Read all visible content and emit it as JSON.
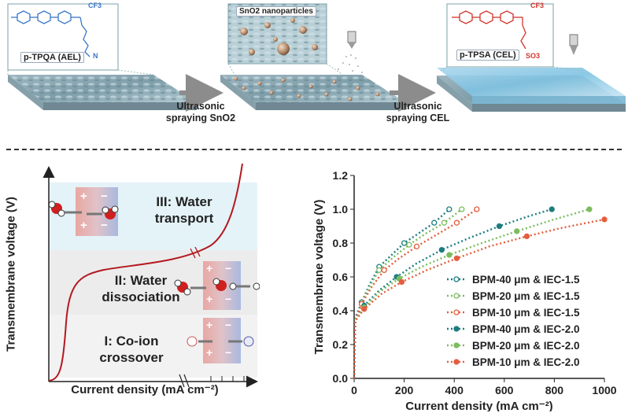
{
  "process": {
    "aelLabel": "p-TPQA (AEL)",
    "aelCF3": "CF3",
    "aelAmine": "N",
    "snoLabel": "SnO2 nanoparticles",
    "celLabel": "p-TPSA (CEL)",
    "celCF3": "CF3",
    "celSO3": "SO3",
    "step1": [
      "Ultrasonic",
      "spraying SnO2"
    ],
    "step2": [
      "Ultrasonic",
      "spraying CEL"
    ]
  },
  "schematic": {
    "ylabel": "Transmembrane voltage (V)",
    "xlabel": "Current density (mA cm⁻²)",
    "regions": [
      {
        "lines": [
          "III: Water",
          "transport"
        ],
        "color": "#e4f3f8"
      },
      {
        "lines": [
          "II: Water",
          "dissociation"
        ],
        "color": "#ececec"
      },
      {
        "lines": [
          "I: Co-ion",
          "crossover"
        ],
        "color": "#eeeeee"
      }
    ],
    "plusSign": "+",
    "minusSign": "−"
  },
  "chart_data": {
    "type": "scatter",
    "xlabel": "Current density (mA cm⁻²)",
    "ylabel": "Transmembrane voltage (V)",
    "xlim": [
      0,
      1000
    ],
    "ylim": [
      0,
      1.2
    ],
    "xticks": [
      0,
      200,
      400,
      600,
      800,
      1000
    ],
    "yticks": [
      0.0,
      0.2,
      0.4,
      0.6,
      0.8,
      1.0,
      1.2
    ],
    "legend_position": "bottom-right",
    "series": [
      {
        "name": "BPM-40 μm & IEC-1.5",
        "color": "#1c7d80",
        "marker": "open-circle",
        "x": [
          5,
          30,
          60,
          100,
          150,
          200,
          260,
          320,
          380
        ],
        "y": [
          0.36,
          0.45,
          0.55,
          0.66,
          0.73,
          0.8,
          0.86,
          0.92,
          1.0
        ]
      },
      {
        "name": "BPM-20 μm & IEC-1.5",
        "color": "#7cbc5e",
        "marker": "open-circle",
        "x": [
          5,
          30,
          60,
          100,
          160,
          220,
          290,
          360,
          430
        ],
        "y": [
          0.35,
          0.44,
          0.54,
          0.64,
          0.72,
          0.79,
          0.86,
          0.92,
          1.0
        ]
      },
      {
        "name": "BPM-10 μm & IEC-1.5",
        "color": "#e35e3e",
        "marker": "open-circle",
        "x": [
          5,
          30,
          70,
          120,
          180,
          250,
          330,
          410,
          490
        ],
        "y": [
          0.35,
          0.44,
          0.54,
          0.64,
          0.71,
          0.78,
          0.85,
          0.92,
          1.0
        ]
      },
      {
        "name": "BPM-40 μm & IEC-2.0",
        "color": "#1c7d80",
        "marker": "filled-circle",
        "x": [
          5,
          40,
          100,
          170,
          250,
          350,
          460,
          580,
          700,
          790
        ],
        "y": [
          0.35,
          0.43,
          0.52,
          0.6,
          0.68,
          0.76,
          0.83,
          0.9,
          0.96,
          1.0
        ]
      },
      {
        "name": "BPM-20 μm & IEC-2.0",
        "color": "#7cbc5e",
        "marker": "filled-circle",
        "x": [
          5,
          40,
          100,
          180,
          270,
          380,
          510,
          650,
          800,
          940
        ],
        "y": [
          0.35,
          0.42,
          0.51,
          0.59,
          0.66,
          0.73,
          0.8,
          0.87,
          0.94,
          1.0
        ]
      },
      {
        "name": "BPM-10 μm & IEC-2.0",
        "color": "#e35e3e",
        "marker": "filled-circle",
        "x": [
          5,
          40,
          110,
          190,
          290,
          410,
          540,
          690,
          830,
          1000
        ],
        "y": [
          0.34,
          0.41,
          0.5,
          0.57,
          0.64,
          0.71,
          0.78,
          0.84,
          0.89,
          0.94
        ]
      }
    ]
  }
}
